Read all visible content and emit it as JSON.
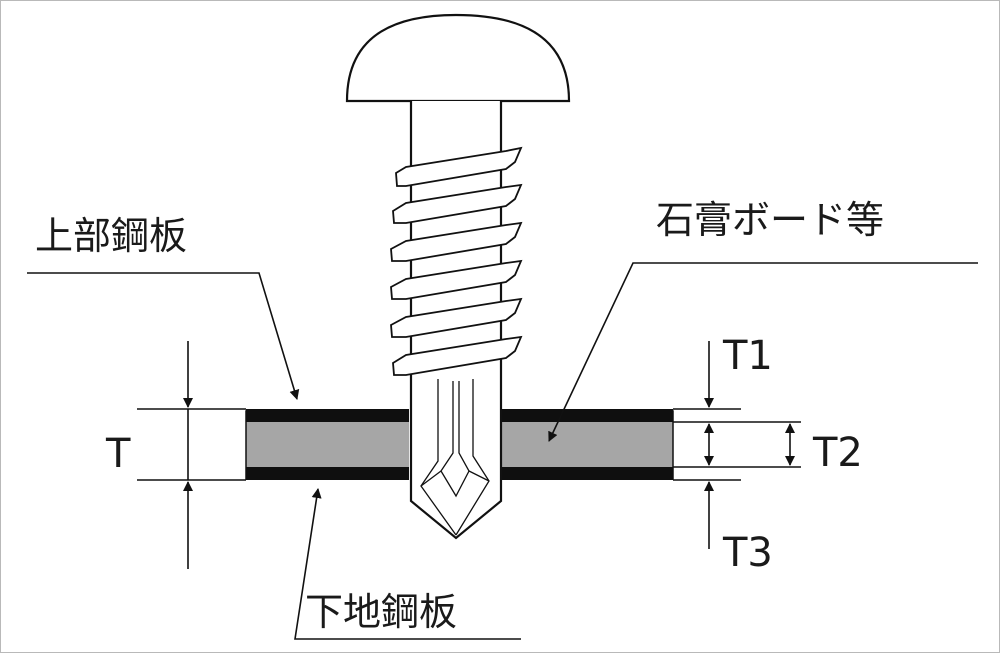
{
  "labels": {
    "upper_steel_plate": "上部鋼板",
    "gypsum_board": "石膏ボード等",
    "base_steel_plate": "下地鋼板",
    "total_thickness": "T",
    "t1": "T1",
    "t2": "T2",
    "t3": "T3"
  },
  "colors": {
    "steel_plate": "#0f0f0f",
    "gypsum_board": "#a6a6a6",
    "line": "#111111",
    "frame_border": "#b9b9b9"
  },
  "icons": {
    "screw": "self-drilling-screw-icon"
  }
}
